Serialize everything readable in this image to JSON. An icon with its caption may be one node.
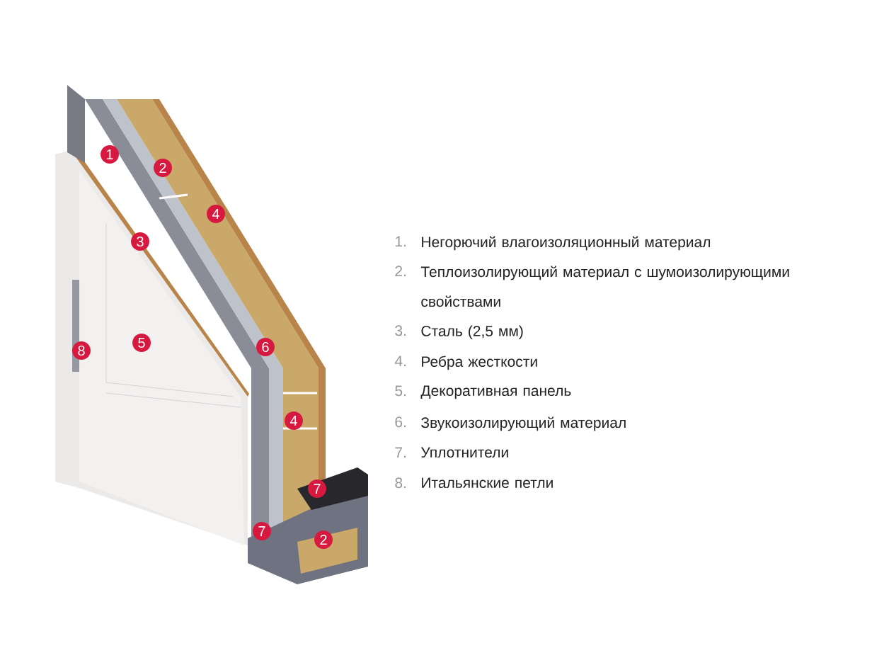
{
  "diagram": {
    "labels": [
      "1",
      "2",
      "4",
      "3",
      "8",
      "5",
      "6",
      "4",
      "7",
      "7",
      "2",
      "1.",
      "Негорючий влагоизоляционный материал",
      "2.",
      "Теплоизолирующий материал с шумоизолирующими свойствами",
      "3.",
      "Сталь (2,5 мм)",
      "4.",
      "Ребра жесткости",
      "5.",
      "Декоративная панель",
      "6.",
      "Звукоизолирующий материал",
      "7.",
      "Уплотнители",
      "8.",
      "Итальянские петли"
    ]
  }
}
